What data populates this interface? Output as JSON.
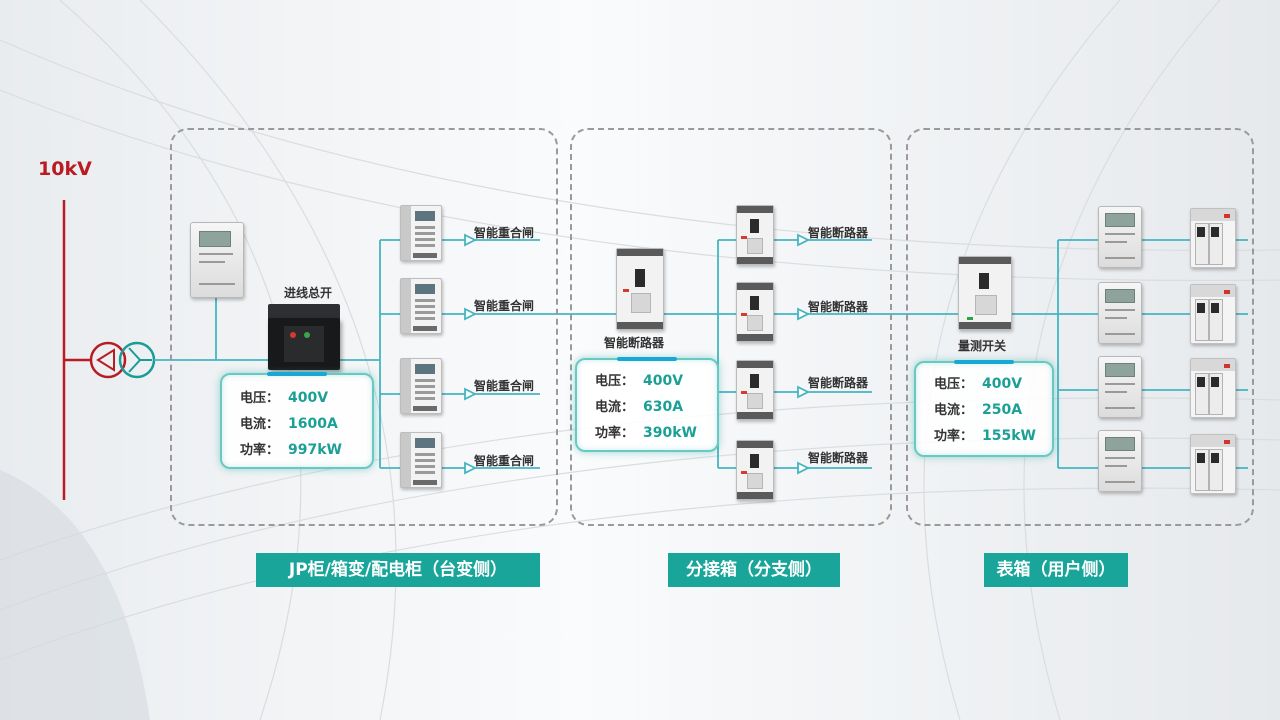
{
  "voltage_label": "10kV",
  "colors": {
    "primary_line": "#b81c22",
    "bus_line": "#44b5c0",
    "accent": "#1aa59a",
    "value": "#1c9f95"
  },
  "icons": {
    "transformer": "transformer-symbol-icon",
    "arrow": "triangle-arrow-icon"
  },
  "stages": [
    {
      "label": "JP柜/箱变/配电柜（台变侧）",
      "main_device": "进线总开",
      "readings": [
        {
          "key": "电压：",
          "value": "400V"
        },
        {
          "key": "电流：",
          "value": "1600A"
        },
        {
          "key": "功率：",
          "value": "997kW"
        }
      ],
      "branches": [
        "智能重合闸",
        "智能重合闸",
        "智能重合闸",
        "智能重合闸"
      ]
    },
    {
      "label": "分接箱（分支侧）",
      "main_device": "智能断路器",
      "readings": [
        {
          "key": "电压：",
          "value": "400V"
        },
        {
          "key": "电流：",
          "value": "630A"
        },
        {
          "key": "功率：",
          "value": "390kW"
        }
      ],
      "branches": [
        "智能断路器",
        "智能断路器",
        "智能断路器",
        "智能断路器"
      ]
    },
    {
      "label": "表箱（用户侧）",
      "main_device": "量测开关",
      "readings": [
        {
          "key": "电压：",
          "value": "400V"
        },
        {
          "key": "电流：",
          "value": "250A"
        },
        {
          "key": "功率：",
          "value": "155kW"
        }
      ]
    }
  ]
}
